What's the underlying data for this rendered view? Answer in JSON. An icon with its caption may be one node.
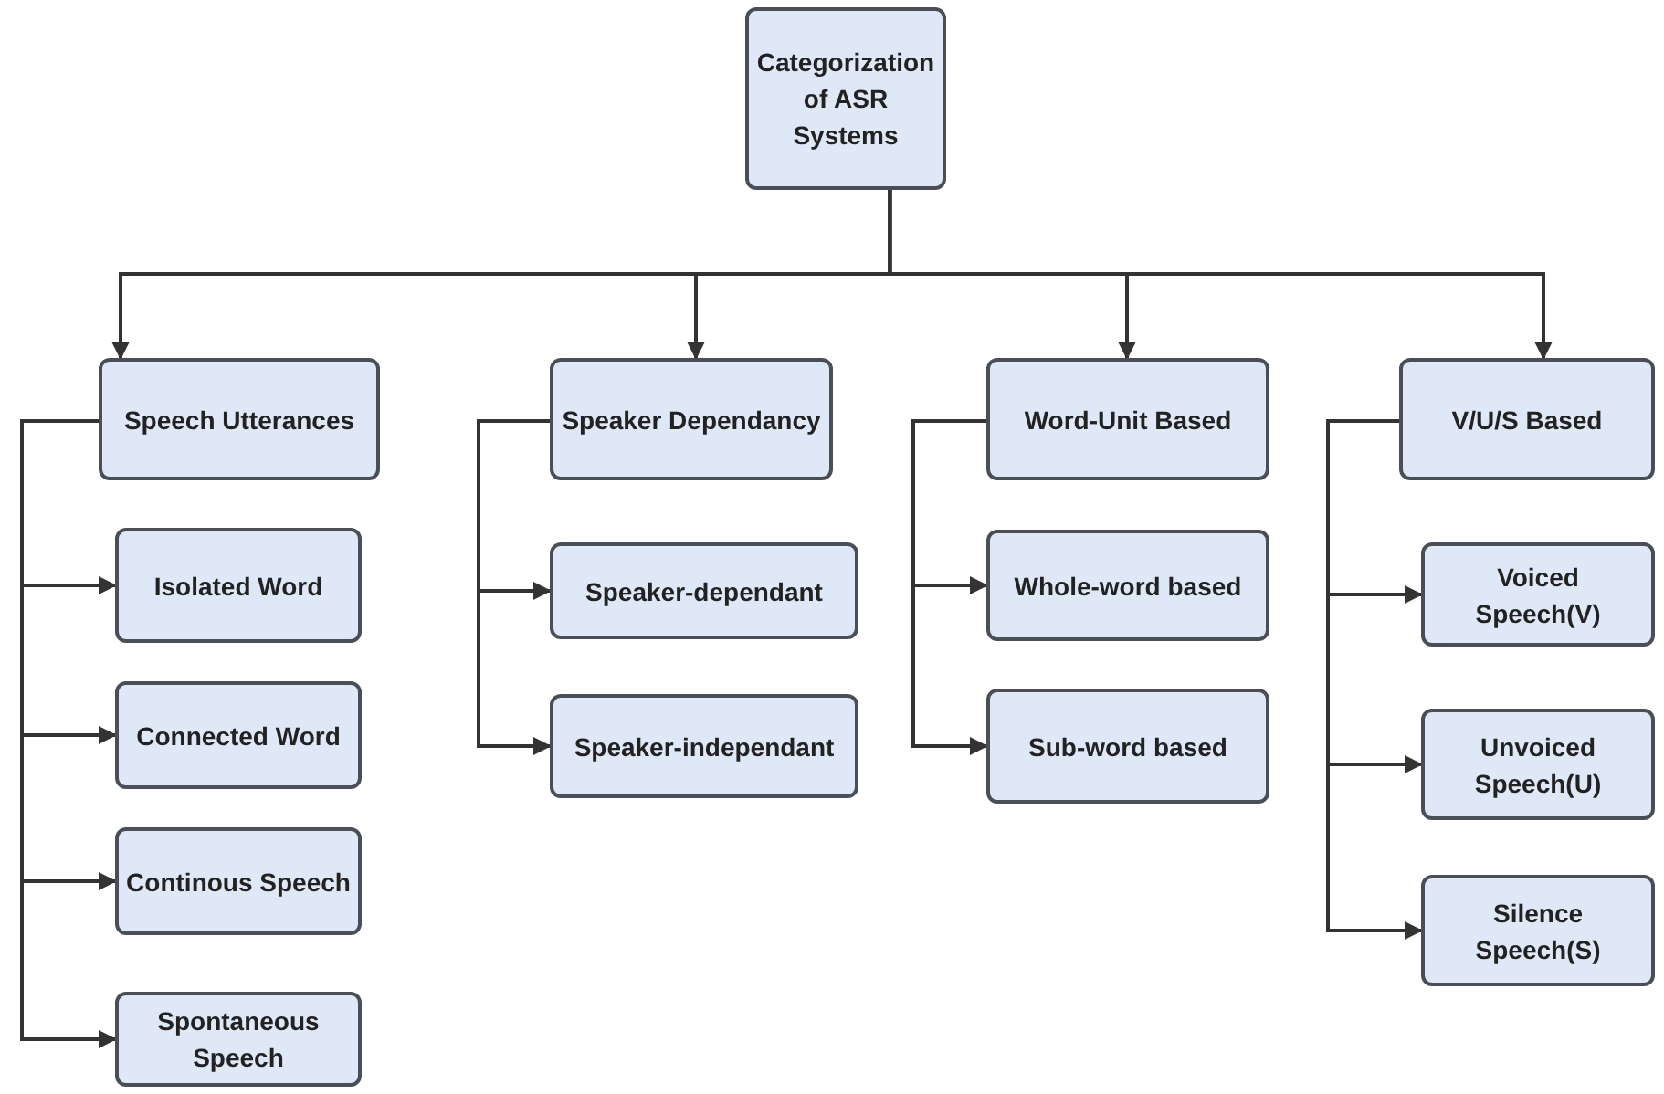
{
  "diagram": {
    "nodes": [
      {
        "text": [
          "Categorization of ASR Systems"
        ]
      },
      {
        "text": [
          "Speech Utterances"
        ]
      },
      {
        "text": [
          "Speaker Dependancy"
        ]
      },
      {
        "text": [
          "Word-Unit Based"
        ]
      },
      {
        "text": [
          "V/U/S Based"
        ]
      },
      {
        "text": [
          "Isolated Word"
        ]
      },
      {
        "text": [
          "Connected Word"
        ]
      },
      {
        "text": [
          "Continous Speech"
        ]
      },
      {
        "text": [
          "Spontaneous Speech"
        ]
      },
      {
        "text": [
          "Speaker-dependant"
        ]
      },
      {
        "text": [
          "Speaker-independant"
        ]
      },
      {
        "text": [
          "Whole-word based"
        ]
      },
      {
        "text": [
          "Sub-word based"
        ]
      },
      {
        "text": [
          "Voiced Speech(V)"
        ]
      },
      {
        "text": [
          "Unvoiced Speech(U)"
        ]
      },
      {
        "text": [
          "Silence Speech(S)"
        ]
      }
    ],
    "edges": [
      {
        "from": 0,
        "to": 1,
        "arrow": "to"
      },
      {
        "from": 0,
        "to": 2,
        "arrow": "to"
      },
      {
        "from": 0,
        "to": 3,
        "arrow": "to"
      },
      {
        "from": 0,
        "to": 4,
        "arrow": "to"
      },
      {
        "from": 1,
        "to": 5,
        "arrow": "to"
      },
      {
        "from": 1,
        "to": 6,
        "arrow": "to"
      },
      {
        "from": 1,
        "to": 7,
        "arrow": "to"
      },
      {
        "from": 1,
        "to": 8,
        "arrow": "to"
      },
      {
        "from": 2,
        "to": 9,
        "arrow": "to"
      },
      {
        "from": 2,
        "to": 10,
        "arrow": "to"
      },
      {
        "from": 3,
        "to": 11,
        "arrow": "to"
      },
      {
        "from": 3,
        "to": 12,
        "arrow": "to"
      },
      {
        "from": 4,
        "to": 13,
        "arrow": "to"
      },
      {
        "from": 4,
        "to": 14,
        "arrow": "to"
      },
      {
        "from": 4,
        "to": 15,
        "arrow": "to"
      }
    ]
  }
}
